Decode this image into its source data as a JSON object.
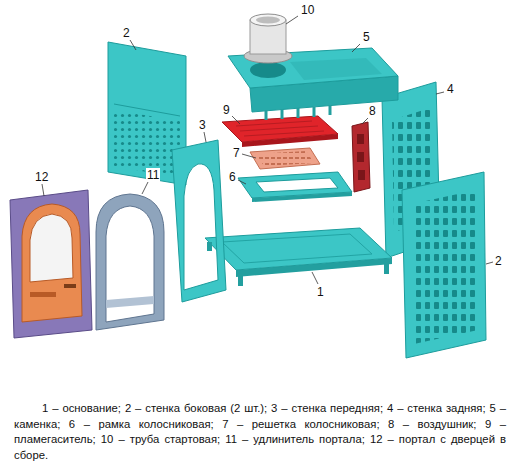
{
  "diagram": {
    "caption": "1 – основание; 2 – стенка боковая (2 шт.); 3 – стенка передняя; 4 – стенка задняя; 5 – каменка; 6 – рамка колосниковая; 7 – решетка колосниковая; 8 – воздушник; 9 – пламегаситель; 10 – труба стартовая; 11 – удлинитель портала; 12 – портал с дверцей в сборе.",
    "labels": [
      "10",
      "2",
      "5",
      "9",
      "3",
      "8",
      "4",
      "7",
      "6",
      "2",
      "12",
      "11",
      "1"
    ]
  }
}
